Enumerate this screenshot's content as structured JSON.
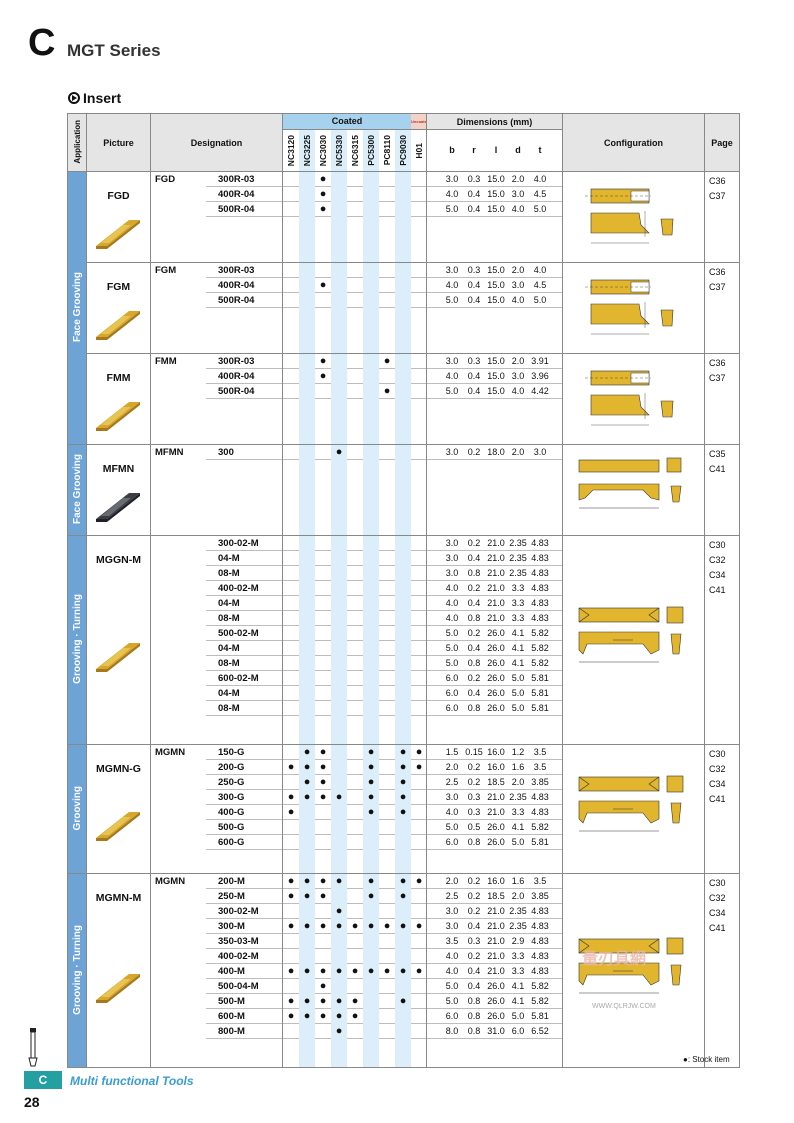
{
  "header": {
    "letter": "C",
    "series": "MGT Series"
  },
  "section": "Insert",
  "columns": {
    "application": "Application",
    "picture": "Picture",
    "designation": "Designation",
    "coated": "Coated",
    "uncoated": "Uncoated",
    "dimensions": "Dimensions (mm)",
    "configuration": "Configuration",
    "page": "Page",
    "grades": [
      "NC3120",
      "NC3225",
      "NC3030",
      "NC5330",
      "NC6315",
      "PC5300",
      "PC8110",
      "PC9030",
      "H01"
    ],
    "dims": [
      "b",
      "r",
      "l",
      "d",
      "t"
    ]
  },
  "groups": [
    {
      "app": "Face Grooving",
      "blocks": [
        {
          "pic": "FGD",
          "prefix": "FGD",
          "pages": [
            "C36",
            "C37"
          ],
          "rows": [
            {
              "code": "300R-03",
              "marks": [
                0,
                0,
                1,
                0,
                0,
                0,
                0,
                0,
                0
              ],
              "dims": [
                "3.0",
                "0.3",
                "15.0",
                "2.0",
                "4.0"
              ]
            },
            {
              "code": "400R-04",
              "marks": [
                0,
                0,
                1,
                0,
                0,
                0,
                0,
                0,
                0
              ],
              "dims": [
                "4.0",
                "0.4",
                "15.0",
                "3.0",
                "4.5"
              ]
            },
            {
              "code": "500R-04",
              "marks": [
                0,
                0,
                1,
                0,
                0,
                0,
                0,
                0,
                0
              ],
              "dims": [
                "5.0",
                "0.4",
                "15.0",
                "4.0",
                "5.0"
              ]
            }
          ]
        },
        {
          "pic": "FGM",
          "prefix": "FGM",
          "pages": [
            "C36",
            "C37"
          ],
          "rows": [
            {
              "code": "300R-03",
              "marks": [
                0,
                0,
                0,
                0,
                0,
                0,
                0,
                0,
                0
              ],
              "dims": [
                "3.0",
                "0.3",
                "15.0",
                "2.0",
                "4.0"
              ]
            },
            {
              "code": "400R-04",
              "marks": [
                0,
                0,
                1,
                0,
                0,
                0,
                0,
                0,
                0
              ],
              "dims": [
                "4.0",
                "0.4",
                "15.0",
                "3.0",
                "4.5"
              ]
            },
            {
              "code": "500R-04",
              "marks": [
                0,
                0,
                0,
                0,
                0,
                0,
                0,
                0,
                0
              ],
              "dims": [
                "5.0",
                "0.4",
                "15.0",
                "4.0",
                "5.0"
              ]
            }
          ]
        },
        {
          "pic": "FMM",
          "prefix": "FMM",
          "pages": [
            "C36",
            "C37"
          ],
          "rows": [
            {
              "code": "300R-03",
              "marks": [
                0,
                0,
                1,
                0,
                0,
                0,
                1,
                0,
                0
              ],
              "dims": [
                "3.0",
                "0.3",
                "15.0",
                "2.0",
                "3.91"
              ]
            },
            {
              "code": "400R-04",
              "marks": [
                0,
                0,
                1,
                0,
                0,
                0,
                0,
                0,
                0
              ],
              "dims": [
                "4.0",
                "0.4",
                "15.0",
                "3.0",
                "3.96"
              ]
            },
            {
              "code": "500R-04",
              "marks": [
                0,
                0,
                0,
                0,
                0,
                0,
                1,
                0,
                0
              ],
              "dims": [
                "5.0",
                "0.4",
                "15.0",
                "4.0",
                "4.42"
              ]
            }
          ]
        }
      ]
    },
    {
      "app": "Face Grooving",
      "blocks": [
        {
          "pic": "MFMN",
          "prefix": "MFMN",
          "pages": [
            "C35",
            "C41"
          ],
          "rows": [
            {
              "code": "300",
              "marks": [
                0,
                0,
                0,
                1,
                0,
                0,
                0,
                0,
                0
              ],
              "dims": [
                "3.0",
                "0.2",
                "18.0",
                "2.0",
                "3.0"
              ]
            }
          ]
        }
      ]
    },
    {
      "app": "Grooving · Turning",
      "blocks": [
        {
          "pic": "MGGN-M",
          "prefix": "",
          "pages": [
            "C30",
            "C32",
            "C34",
            "C41"
          ],
          "rows": [
            {
              "code": "300-02-M",
              "marks": [
                0,
                0,
                0,
                0,
                0,
                0,
                0,
                0,
                0
              ],
              "dims": [
                "3.0",
                "0.2",
                "21.0",
                "2.35",
                "4.83"
              ]
            },
            {
              "code": "04-M",
              "marks": [
                0,
                0,
                0,
                0,
                0,
                0,
                0,
                0,
                0
              ],
              "dims": [
                "3.0",
                "0.4",
                "21.0",
                "2.35",
                "4.83"
              ]
            },
            {
              "code": "08-M",
              "marks": [
                0,
                0,
                0,
                0,
                0,
                0,
                0,
                0,
                0
              ],
              "dims": [
                "3.0",
                "0.8",
                "21.0",
                "2.35",
                "4.83"
              ]
            },
            {
              "code": "400-02-M",
              "marks": [
                0,
                0,
                0,
                0,
                0,
                0,
                0,
                0,
                0
              ],
              "dims": [
                "4.0",
                "0.2",
                "21.0",
                "3.3",
                "4.83"
              ]
            },
            {
              "code": "04-M",
              "marks": [
                0,
                0,
                0,
                0,
                0,
                0,
                0,
                0,
                0
              ],
              "dims": [
                "4.0",
                "0.4",
                "21.0",
                "3.3",
                "4.83"
              ]
            },
            {
              "code": "08-M",
              "marks": [
                0,
                0,
                0,
                0,
                0,
                0,
                0,
                0,
                0
              ],
              "dims": [
                "4.0",
                "0.8",
                "21.0",
                "3.3",
                "4.83"
              ]
            },
            {
              "code": "500-02-M",
              "marks": [
                0,
                0,
                0,
                0,
                0,
                0,
                0,
                0,
                0
              ],
              "dims": [
                "5.0",
                "0.2",
                "26.0",
                "4.1",
                "5.82"
              ]
            },
            {
              "code": "04-M",
              "marks": [
                0,
                0,
                0,
                0,
                0,
                0,
                0,
                0,
                0
              ],
              "dims": [
                "5.0",
                "0.4",
                "26.0",
                "4.1",
                "5.82"
              ]
            },
            {
              "code": "08-M",
              "marks": [
                0,
                0,
                0,
                0,
                0,
                0,
                0,
                0,
                0
              ],
              "dims": [
                "5.0",
                "0.8",
                "26.0",
                "4.1",
                "5.82"
              ]
            },
            {
              "code": "600-02-M",
              "marks": [
                0,
                0,
                0,
                0,
                0,
                0,
                0,
                0,
                0
              ],
              "dims": [
                "6.0",
                "0.2",
                "26.0",
                "5.0",
                "5.81"
              ]
            },
            {
              "code": "04-M",
              "marks": [
                0,
                0,
                0,
                0,
                0,
                0,
                0,
                0,
                0
              ],
              "dims": [
                "6.0",
                "0.4",
                "26.0",
                "5.0",
                "5.81"
              ]
            },
            {
              "code": "08-M",
              "marks": [
                0,
                0,
                0,
                0,
                0,
                0,
                0,
                0,
                0
              ],
              "dims": [
                "6.0",
                "0.8",
                "26.0",
                "5.0",
                "5.81"
              ]
            }
          ]
        }
      ]
    },
    {
      "app": "Grooving",
      "blocks": [
        {
          "pic": "MGMN-G",
          "prefix": "MGMN",
          "pages": [
            "C30",
            "C32",
            "C34",
            "C41"
          ],
          "rows": [
            {
              "code": "150-G",
              "marks": [
                0,
                1,
                1,
                0,
                0,
                1,
                0,
                1,
                1
              ],
              "dims": [
                "1.5",
                "0.15",
                "16.0",
                "1.2",
                "3.5"
              ]
            },
            {
              "code": "200-G",
              "marks": [
                1,
                1,
                1,
                0,
                0,
                1,
                0,
                1,
                1
              ],
              "dims": [
                "2.0",
                "0.2",
                "16.0",
                "1.6",
                "3.5"
              ]
            },
            {
              "code": "250-G",
              "marks": [
                0,
                1,
                1,
                0,
                0,
                1,
                0,
                1,
                0
              ],
              "dims": [
                "2.5",
                "0.2",
                "18.5",
                "2.0",
                "3.85"
              ]
            },
            {
              "code": "300-G",
              "marks": [
                1,
                1,
                1,
                1,
                0,
                1,
                0,
                1,
                0
              ],
              "dims": [
                "3.0",
                "0.3",
                "21.0",
                "2.35",
                "4.83"
              ]
            },
            {
              "code": "400-G",
              "marks": [
                1,
                0,
                0,
                0,
                0,
                1,
                0,
                1,
                0
              ],
              "dims": [
                "4.0",
                "0.3",
                "21.0",
                "3.3",
                "4.83"
              ]
            },
            {
              "code": "500-G",
              "marks": [
                0,
                0,
                0,
                0,
                0,
                0,
                0,
                0,
                0
              ],
              "dims": [
                "5.0",
                "0.5",
                "26.0",
                "4.1",
                "5.82"
              ]
            },
            {
              "code": "600-G",
              "marks": [
                0,
                0,
                0,
                0,
                0,
                0,
                0,
                0,
                0
              ],
              "dims": [
                "6.0",
                "0.8",
                "26.0",
                "5.0",
                "5.81"
              ]
            }
          ]
        }
      ]
    },
    {
      "app": "Grooving · Turning",
      "blocks": [
        {
          "pic": "MGMN-M",
          "prefix": "MGMN",
          "pages": [
            "C30",
            "C32",
            "C34",
            "C41"
          ],
          "rows": [
            {
              "code": "200-M",
              "marks": [
                1,
                1,
                1,
                1,
                0,
                1,
                0,
                1,
                1
              ],
              "dims": [
                "2.0",
                "0.2",
                "16.0",
                "1.6",
                "3.5"
              ]
            },
            {
              "code": "250-M",
              "marks": [
                1,
                1,
                1,
                0,
                0,
                1,
                0,
                1,
                0
              ],
              "dims": [
                "2.5",
                "0.2",
                "18.5",
                "2.0",
                "3.85"
              ]
            },
            {
              "code": "300-02-M",
              "marks": [
                0,
                0,
                0,
                1,
                0,
                0,
                0,
                0,
                0
              ],
              "dims": [
                "3.0",
                "0.2",
                "21.0",
                "2.35",
                "4.83"
              ]
            },
            {
              "code": "300-M",
              "marks": [
                1,
                1,
                1,
                1,
                1,
                1,
                1,
                1,
                1
              ],
              "dims": [
                "3.0",
                "0.4",
                "21.0",
                "2.35",
                "4.83"
              ]
            },
            {
              "code": "350-03-M",
              "marks": [
                0,
                0,
                0,
                0,
                0,
                0,
                0,
                0,
                0
              ],
              "dims": [
                "3.5",
                "0.3",
                "21.0",
                "2.9",
                "4.83"
              ]
            },
            {
              "code": "400-02-M",
              "marks": [
                0,
                0,
                0,
                0,
                0,
                0,
                0,
                0,
                0
              ],
              "dims": [
                "4.0",
                "0.2",
                "21.0",
                "3.3",
                "4.83"
              ]
            },
            {
              "code": "400-M",
              "marks": [
                1,
                1,
                1,
                1,
                1,
                1,
                1,
                1,
                1
              ],
              "dims": [
                "4.0",
                "0.4",
                "21.0",
                "3.3",
                "4.83"
              ]
            },
            {
              "code": "500-04-M",
              "marks": [
                0,
                0,
                1,
                0,
                0,
                0,
                0,
                0,
                0
              ],
              "dims": [
                "5.0",
                "0.4",
                "26.0",
                "4.1",
                "5.82"
              ]
            },
            {
              "code": "500-M",
              "marks": [
                1,
                1,
                1,
                1,
                1,
                0,
                0,
                1,
                0
              ],
              "dims": [
                "5.0",
                "0.8",
                "26.0",
                "4.1",
                "5.82"
              ]
            },
            {
              "code": "600-M",
              "marks": [
                1,
                1,
                1,
                1,
                1,
                0,
                0,
                0,
                0
              ],
              "dims": [
                "6.0",
                "0.8",
                "26.0",
                "5.0",
                "5.81"
              ]
            },
            {
              "code": "800-M",
              "marks": [
                0,
                0,
                0,
                1,
                0,
                0,
                0,
                0,
                0
              ],
              "dims": [
                "8.0",
                "0.8",
                "31.0",
                "6.0",
                "6.52"
              ]
            }
          ]
        }
      ]
    }
  ],
  "legend": {
    "stock": "●: Stock item"
  },
  "footer": {
    "tab": "C",
    "text": "Multi functional Tools",
    "page": "28"
  },
  "watermark": {
    "text": "量刃具網",
    "url": "WWW.QLRJW.COM"
  }
}
